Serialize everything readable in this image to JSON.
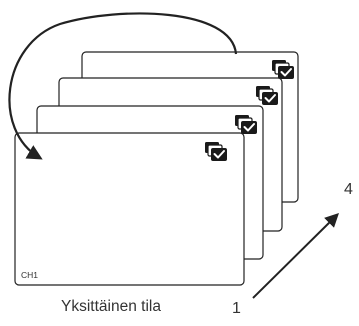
{
  "diagram": {
    "caption": "Yksittäinen tila",
    "channel_label": "CH1",
    "scale_start": "1",
    "scale_end": "4",
    "colors": {
      "line": "#222222",
      "screen_fill": "#ffffff",
      "icon_dark": "#1a1a1a",
      "text": "#333333"
    },
    "icons": {
      "screen_icon": "stacked-check-icon",
      "cycle_arrow": "curved-arrow-icon",
      "increase_arrow": "diagonal-arrow-icon"
    }
  }
}
